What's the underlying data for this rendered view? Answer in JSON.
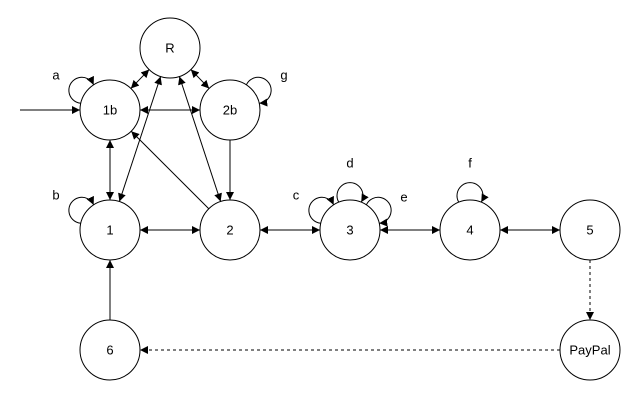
{
  "diagram": {
    "nodes": [
      {
        "id": "R",
        "label": "R"
      },
      {
        "id": "1b",
        "label": "1b"
      },
      {
        "id": "2b",
        "label": "2b"
      },
      {
        "id": "1",
        "label": "1"
      },
      {
        "id": "2",
        "label": "2"
      },
      {
        "id": "3",
        "label": "3"
      },
      {
        "id": "4",
        "label": "4"
      },
      {
        "id": "5",
        "label": "5"
      },
      {
        "id": "6",
        "label": "6"
      },
      {
        "id": "PayPal",
        "label": "PayPal"
      }
    ],
    "edges": [
      {
        "from": "start",
        "to": "1b",
        "style": "solid",
        "arrows": "end"
      },
      {
        "from": "1b",
        "to": "R",
        "style": "solid",
        "arrows": "both"
      },
      {
        "from": "2b",
        "to": "R",
        "style": "solid",
        "arrows": "both"
      },
      {
        "from": "1b",
        "to": "2b",
        "style": "solid",
        "arrows": "both"
      },
      {
        "from": "1b",
        "to": "1",
        "style": "solid",
        "arrows": "both"
      },
      {
        "from": "R",
        "to": "1",
        "style": "solid",
        "arrows": "both"
      },
      {
        "from": "R",
        "to": "2",
        "style": "solid",
        "arrows": "both"
      },
      {
        "from": "2",
        "to": "1b",
        "style": "solid",
        "arrows": "end"
      },
      {
        "from": "2b",
        "to": "2",
        "style": "solid",
        "arrows": "end"
      },
      {
        "from": "1",
        "to": "2",
        "style": "solid",
        "arrows": "both"
      },
      {
        "from": "2",
        "to": "3",
        "style": "solid",
        "arrows": "both"
      },
      {
        "from": "3",
        "to": "4",
        "style": "solid",
        "arrows": "both"
      },
      {
        "from": "4",
        "to": "5",
        "style": "solid",
        "arrows": "both"
      },
      {
        "from": "6",
        "to": "1",
        "style": "solid",
        "arrows": "end"
      },
      {
        "from": "5",
        "to": "PayPal",
        "style": "dashed",
        "arrows": "end"
      },
      {
        "from": "PayPal",
        "to": "6",
        "style": "dashed",
        "arrows": "end"
      }
    ],
    "self_loops": [
      {
        "node": "1b",
        "label": "a"
      },
      {
        "node": "2b",
        "label": "g"
      },
      {
        "node": "1",
        "label": "b"
      },
      {
        "node": "3",
        "label": "c"
      },
      {
        "node": "3",
        "label": "d"
      },
      {
        "node": "3",
        "label": "e"
      },
      {
        "node": "4",
        "label": "f"
      }
    ]
  }
}
